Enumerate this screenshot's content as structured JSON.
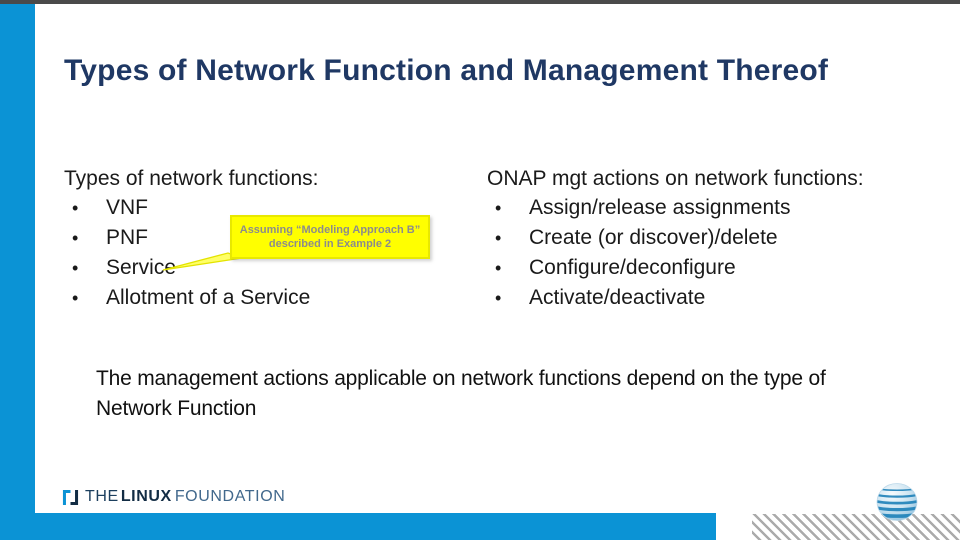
{
  "slide": {
    "title": "Types of Network Function and Management Thereof",
    "bullet_char": "•",
    "left_column": {
      "heading": "Types of network functions:",
      "items": [
        "VNF",
        "PNF",
        "Service",
        "Allotment of a Service"
      ]
    },
    "right_column": {
      "heading": "ONAP mgt actions on network functions:",
      "items": [
        "Assign/release assignments",
        "Create (or discover)/delete",
        "Configure/deconfigure",
        "Activate/deactivate"
      ]
    },
    "callout": {
      "text": "Assuming “Modeling Approach B” described in Example 2"
    },
    "statement": "The management actions applicable on network functions depend on the type of Network Function",
    "footer": {
      "logo_the": "THE",
      "logo_linux": "LINUX",
      "logo_foundation": "FOUNDATION"
    },
    "colors": {
      "accent_blue": "#0b93d5",
      "title_navy": "#1f3864",
      "callout_yellow": "#ffff00",
      "callout_text": "#8c8c8c",
      "top_strip_gray": "#4a4a4a",
      "body_text": "#1a1a1a"
    }
  }
}
